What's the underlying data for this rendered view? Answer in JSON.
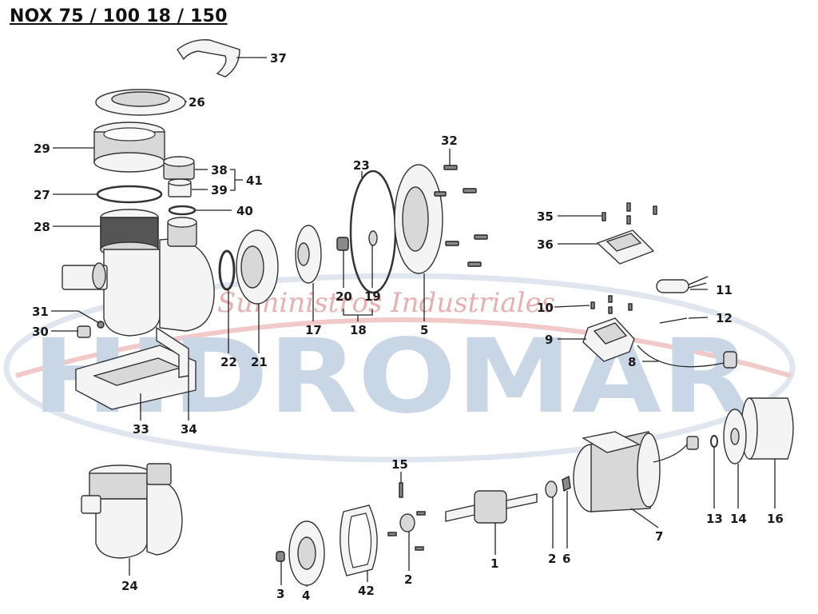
{
  "title": "NOX 75 / 100 18 / 150",
  "watermark": {
    "brand": "HIDROMAR",
    "subtitle": "Suministros Industriales",
    "color_brand": "#c9d6e6",
    "color_subtitle": "#e8b0b0"
  },
  "labels": {
    "l1": "1",
    "l2a": "2",
    "l2b": "2",
    "l3": "3",
    "l4": "4",
    "l5": "5",
    "l6": "6",
    "l7": "7",
    "l8": "8",
    "l9": "9",
    "l10": "10",
    "l11": "11",
    "l12": "12",
    "l13": "13",
    "l14": "14",
    "l15": "15",
    "l16": "16",
    "l17": "17",
    "l18": "18",
    "l19": "19",
    "l20": "20",
    "l21": "21",
    "l22": "22",
    "l23": "23",
    "l24": "24",
    "l26": "26",
    "l27": "27",
    "l28": "28",
    "l29": "29",
    "l30": "30",
    "l31": "31",
    "l32": "32",
    "l33": "33",
    "l34": "34",
    "l35": "35",
    "l36": "36",
    "l37": "37",
    "l38": "38",
    "l39": "39",
    "l40": "40",
    "l41": "41",
    "l42": "42"
  }
}
